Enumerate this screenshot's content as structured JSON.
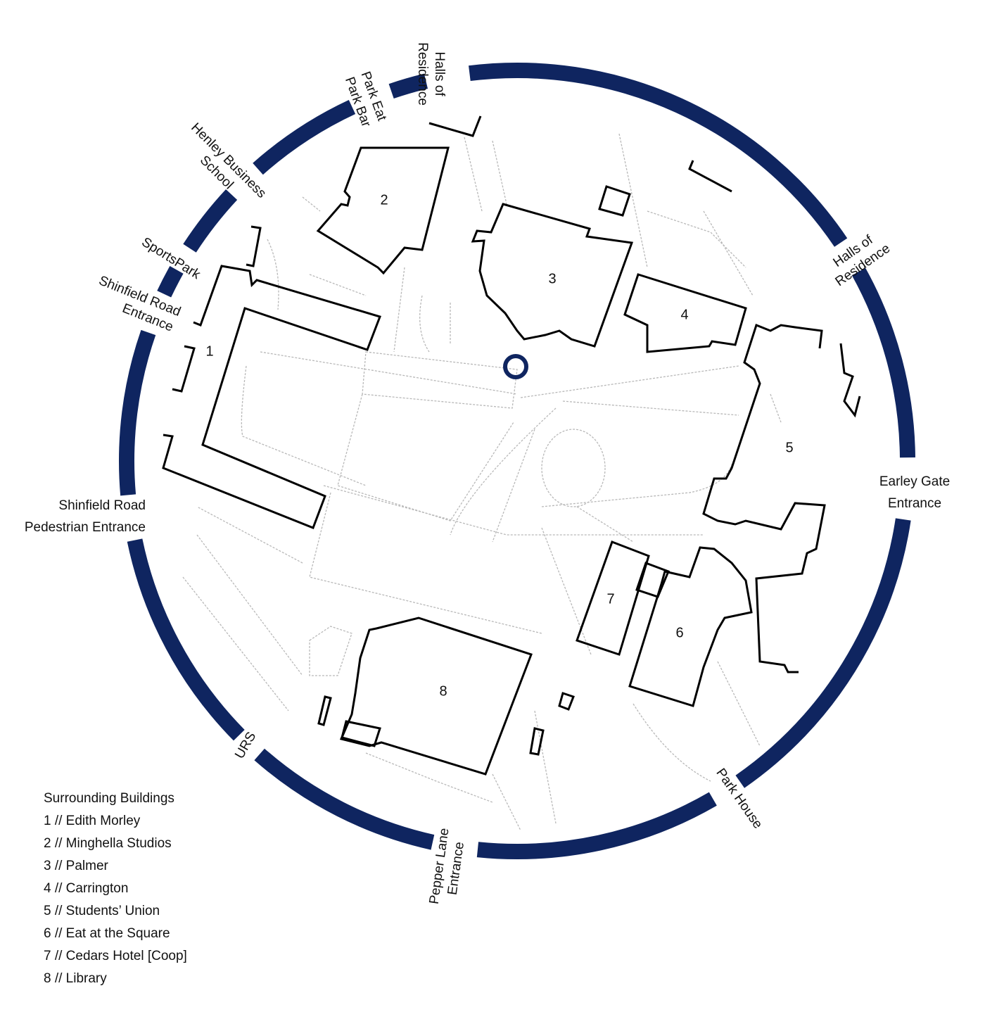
{
  "colors": {
    "ring": "#0f2560",
    "building_outline": "#000000",
    "paths": "#b8b8b8",
    "marker": "#0f2560"
  },
  "ring_labels": {
    "halls_top": [
      "Halls of",
      "Residence"
    ],
    "park_eat": [
      "Park Eat",
      "Park Bar"
    ],
    "henley": [
      "Henley Business",
      "School"
    ],
    "sportspark": [
      "SportsPark"
    ],
    "shinfield_entrance": [
      "Shinfield Road",
      "Entrance"
    ],
    "shinfield_pedestrian": [
      "Shinfield Road",
      "Pedestrian Entrance"
    ],
    "urs": [
      "URS"
    ],
    "pepper_lane": [
      "Pepper Lane",
      "Entrance"
    ],
    "park_house": [
      "Park House"
    ],
    "earley_gate": [
      "Earley Gate",
      "Entrance"
    ],
    "halls_right": [
      "Halls of",
      "Residence"
    ]
  },
  "building_numbers": [
    "1",
    "2",
    "3",
    "4",
    "5",
    "6",
    "7",
    "8"
  ],
  "legend": {
    "title": "Surrounding Buildings",
    "items": [
      "1 // Edith Morley",
      "2 // Minghella Studios",
      "3 // Palmer",
      "4 // Carrington",
      "5 // Students’ Union",
      "6 // Eat at the Square",
      "7 // Cedars Hotel [Coop]",
      "8 // Library"
    ]
  }
}
